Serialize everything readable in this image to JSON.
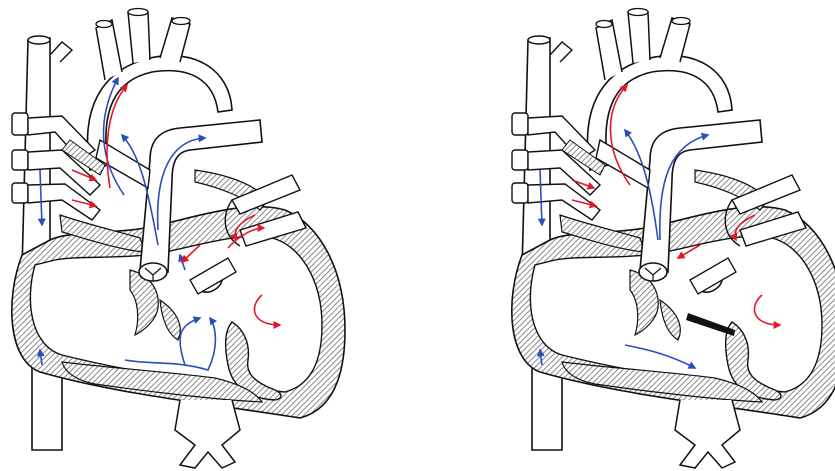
{
  "figure": {
    "panels": [
      {
        "id": "left",
        "state": "flow with septal openings"
      },
      {
        "id": "right",
        "state": "flow with closed septal defect (dark patch)"
      }
    ],
    "colors": {
      "outline": "#111111",
      "hatch": "#6d6d6d",
      "background": "#ffffff",
      "oxygenated_flow": "#e0182a",
      "deoxygenated_flow": "#2a4fb8",
      "patch": "#111111"
    },
    "icons": [
      "heart-outline",
      "flow-arrow"
    ]
  }
}
